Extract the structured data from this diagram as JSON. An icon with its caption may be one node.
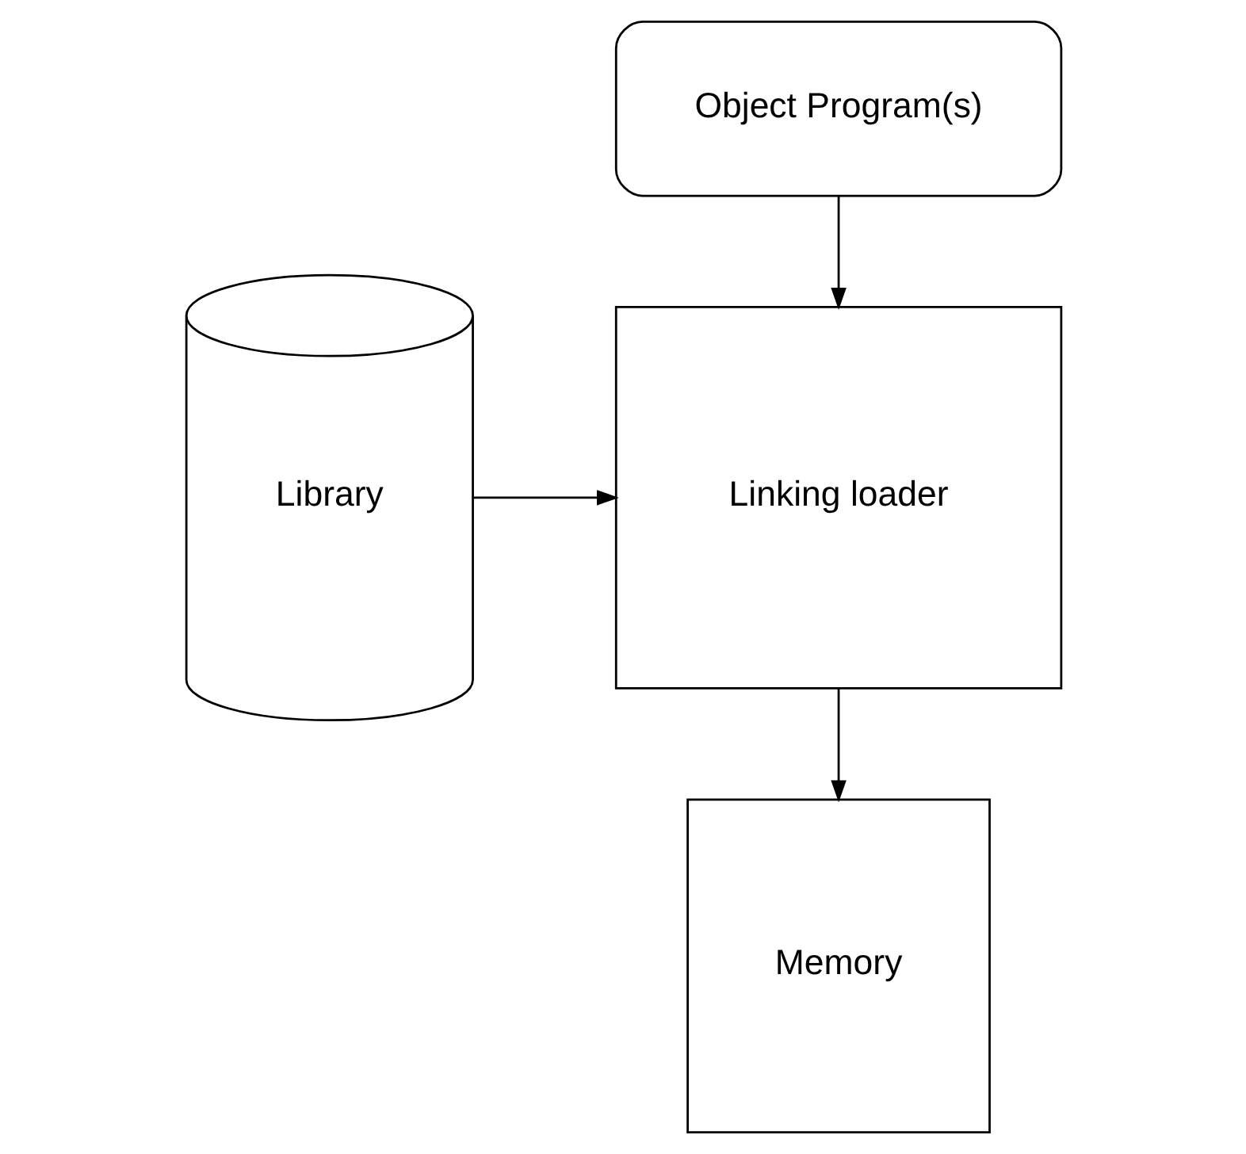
{
  "diagram": {
    "nodes": [
      {
        "text": [
          "Object Program(s)"
        ]
      },
      {
        "text": [
          "Library"
        ]
      },
      {
        "text": [
          "Linking loader"
        ]
      },
      {
        "text": [
          "Memory"
        ]
      }
    ],
    "edges": [
      {
        "from": 0,
        "to": 2,
        "arrow": "to"
      },
      {
        "from": 1,
        "to": 2,
        "arrow": "to"
      },
      {
        "from": 2,
        "to": 3,
        "arrow": "to"
      }
    ]
  }
}
